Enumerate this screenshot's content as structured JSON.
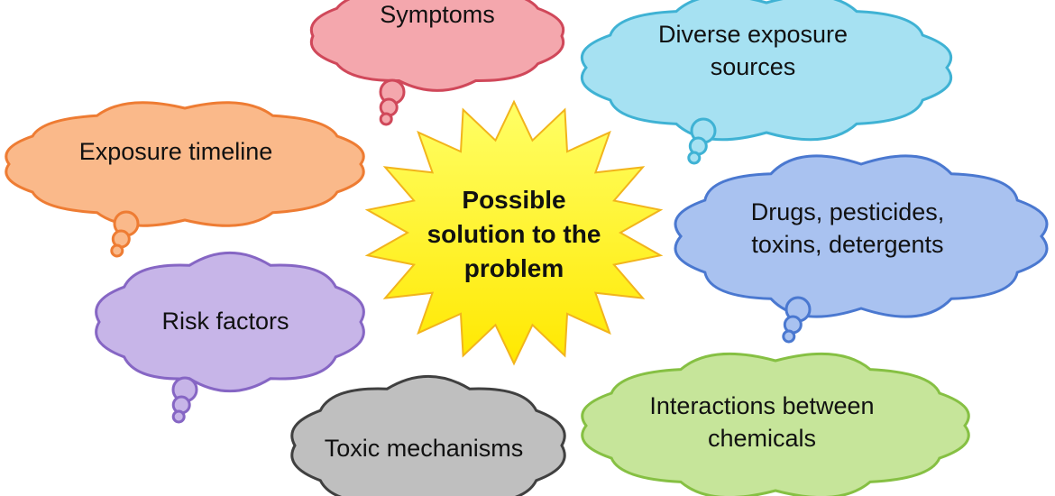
{
  "center": {
    "label": "Possible solution to the problem",
    "fill": "#FFF200",
    "stroke": "#F2B41C"
  },
  "clouds": [
    {
      "id": "symptoms",
      "label": "Symptoms",
      "fill": "#F4A7AD",
      "stroke": "#D0485A"
    },
    {
      "id": "diverse-exposure-sources",
      "label": "Diverse exposure sources",
      "fill": "#A6E1F2",
      "stroke": "#3FB2D4"
    },
    {
      "id": "exposure-timeline",
      "label": "Exposure timeline",
      "fill": "#FAB98A",
      "stroke": "#EE7C33"
    },
    {
      "id": "drugs-pesticides",
      "label": "Drugs, pesticides, toxins, detergents",
      "fill": "#A9C2F0",
      "stroke": "#4A78D0"
    },
    {
      "id": "risk-factors",
      "label": "Risk factors",
      "fill": "#C7B5E8",
      "stroke": "#8666C4"
    },
    {
      "id": "interactions",
      "label": "Interactions between chemicals",
      "fill": "#C6E59A",
      "stroke": "#86C043"
    },
    {
      "id": "toxic-mechanisms",
      "label": "Toxic mechanisms",
      "fill": "#BFBFBF",
      "stroke": "#404040"
    }
  ]
}
